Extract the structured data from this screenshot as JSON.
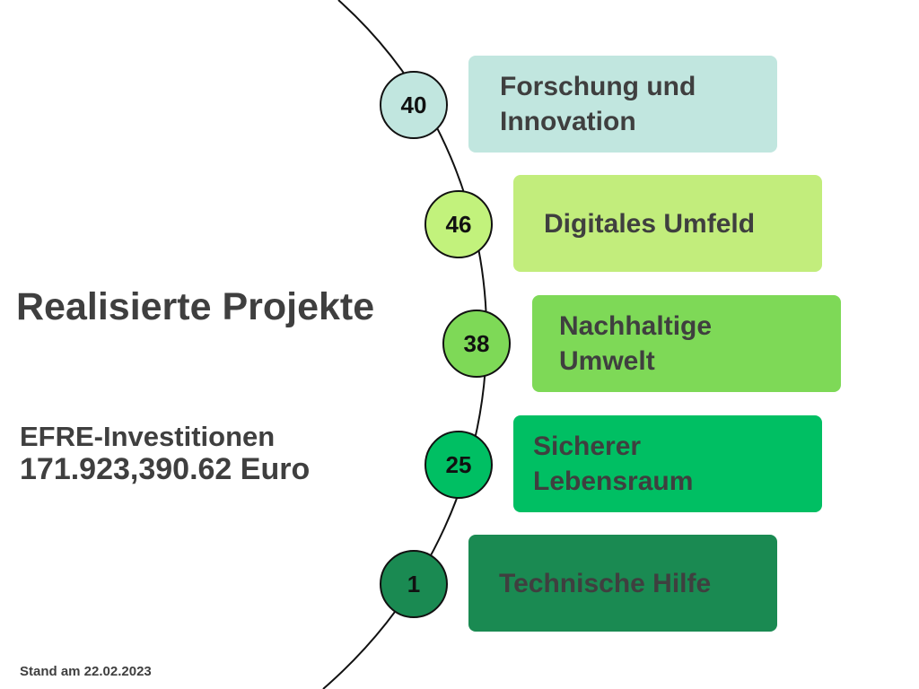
{
  "title": "Realisierte Projekte",
  "investment": {
    "label": "EFRE-Investitionen",
    "amount": "171.923,390.62 Euro"
  },
  "footer": "Stand am 22.02.2023",
  "colors": {
    "text": "#3f3f3f",
    "line": "#111111"
  },
  "items": [
    {
      "count": "40",
      "label": "Forschung und Innovation",
      "node_color": "#c1e6df",
      "card_color": "#c1e6df"
    },
    {
      "count": "46",
      "label": "Digitales Umfeld",
      "node_color": "#c2f27c",
      "card_color": "#c2ed7c"
    },
    {
      "count": "38",
      "label": "Nachhaltige Umwelt",
      "node_color": "#7ed957",
      "card_color": "#7ed957"
    },
    {
      "count": "25",
      "label": "Sicherer Lebensraum",
      "node_color": "#00bf63",
      "card_color": "#00bf63"
    },
    {
      "count": "1",
      "label": "Technische Hilfe",
      "node_color": "#1a8a52",
      "card_color": "#1a8a52"
    }
  ]
}
